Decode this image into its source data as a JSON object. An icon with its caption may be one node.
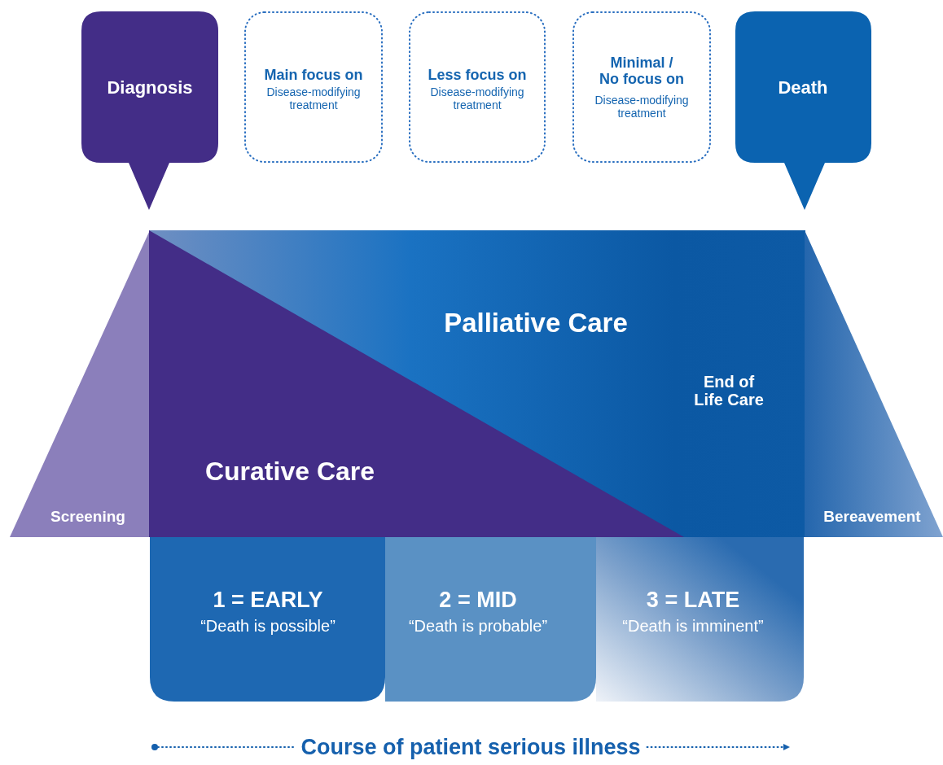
{
  "diagram": {
    "nodes": [
      {
        "text": [
          "Diagnosis"
        ]
      },
      {
        "text": [
          "Main focus on",
          "Disease-modifying treatment"
        ]
      },
      {
        "text": [
          "Less focus on",
          "Disease-modifying treatment"
        ]
      },
      {
        "text": [
          "Minimal / No focus on",
          "Disease-modifying treatment"
        ]
      },
      {
        "text": [
          "Death"
        ]
      },
      {
        "text": [
          "Screening"
        ]
      },
      {
        "text": [
          "Palliative Care",
          "End of Life Care"
        ]
      },
      {
        "text": [
          "Curative Care"
        ],
        "in": 6
      },
      {
        "text": [
          "Bereavement"
        ]
      },
      {
        "text": [
          "1 = EARLY",
          "“Death is possible”"
        ]
      },
      {
        "text": [
          "2 = MID",
          "“Death is probable”"
        ]
      },
      {
        "text": [
          "3 = LATE",
          "“Death is imminent”"
        ]
      }
    ],
    "edges": [],
    "labels": [
      "Course of patient serious illness"
    ]
  }
}
